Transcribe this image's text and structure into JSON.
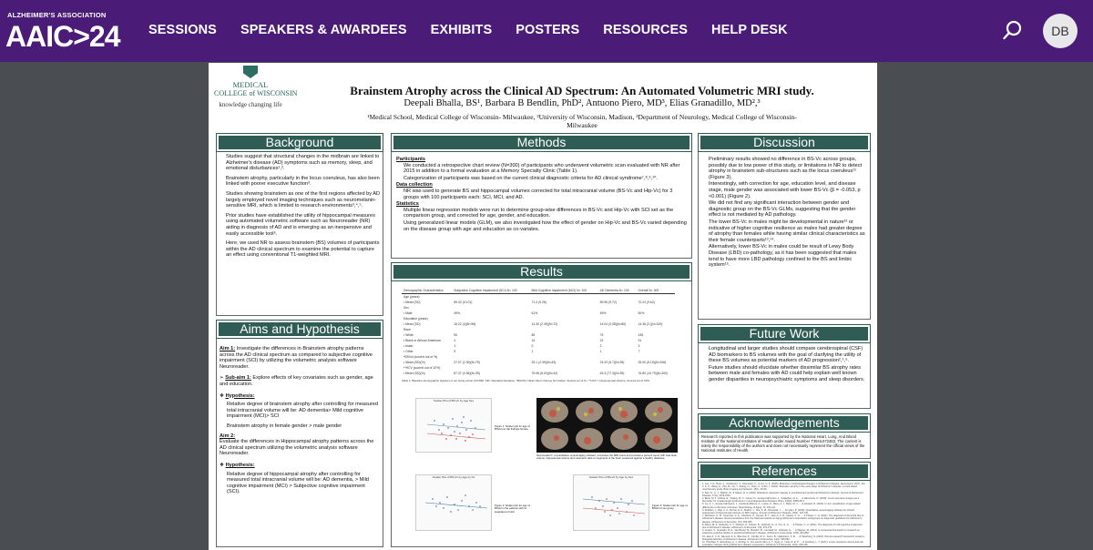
{
  "header": {
    "association": "ALZHEIMER'S ASSOCIATION",
    "brand": "AAIC>24",
    "nav": [
      "SESSIONS",
      "SPEAKERS & AWARDEES",
      "EXHIBITS",
      "POSTERS",
      "RESOURCES",
      "HELP DESK"
    ],
    "avatar_initials": "DB",
    "accent_color": "#4b1b78"
  },
  "poster": {
    "institution_line1": "MEDICAL",
    "institution_line2": "COLLEGE of WISCONSIN",
    "tagline": "knowledge changing life",
    "title": "Brainstem Atrophy across the Clinical AD Spectrum: An Automated Volumetric MRI study.",
    "authors": "Deepali Bhalla, BS¹, Barbara B Bendlin, PhD², Antuono Piero, MD³, Elias Granadillo, MD²,³",
    "affiliations": "¹Medical School, Medical College of Wisconsin- Milwaukee, ²University of Wisconsin, Madison, ³Department of Neurology, Medical College of Wisconsin- Milwaukee",
    "section_color": "#2f5d55",
    "background": {
      "heading": "Background",
      "bullets": [
        "Studies suggest that structural changes in the midbrain are linked to Alzheimer's disease (AD) symptoms such as memory, sleep, and emotional disturbances¹,².",
        "Brainstem atrophy, particularly in the locus coeruleus, has also been linked with poorer executive function³.",
        "Studies showing brainstem as one of the first regions affected by AD largely employed novel imaging techniques such as neuromelanin-sensitive MRI, which is limited to research environments³,⁴,⁵.",
        "Prior studies have established the utility of hippocampal measures using automated volumetric software such as Neuroreader (NR) aiding in diagnosis of AD and is emerging as an inexpensive and easily accessible tool⁶.",
        "Here, we used NR to assess brainstem (BS) volumes of participants within the AD clinical spectrum to examine the potential to capture an effect using conventional T1-weighted MRI."
      ]
    },
    "aims": {
      "heading": "Aims and Hypothesis",
      "aim1_label": "Aim 1:",
      "aim1_text": "Investigate the differences in Brainstem atrophy patterns across the AD clinical spectrum as compared to subjective cognitive impairment (SCI) by utilizing the volumetric analysis software Neuroreader.",
      "subaim_label": "Sub-aim 1:",
      "subaim_text": "Explore effects of key covariates such as gender, age and education.",
      "hyp_label": "Hypothesis:",
      "hyp1": [
        "Relative degree of brainstem atrophy after controlling for measured total intracranial volume will be: AD dementia> Mild cognitive impairment (MCI)> SCI",
        "Brainstem atrophy in female gender > male gender"
      ],
      "aim2_label": "Aim 2:",
      "aim2_text": "Evaluate the differences in Hippocampal atrophy patterns across the AD clinical spectrum utilizing the volumetric analysis software Neuroreader.",
      "hyp2": [
        "Relative degree of hippocampal atrophy after controlling for measured total intracranial volume will be: AD dementia, > Mild cognitive impairment (MCI) > Subjective cognitive impairment (SCI)."
      ]
    },
    "methods": {
      "heading": "Methods",
      "participants_label": "Participants",
      "participants": [
        "We conducted a retrospective chart review (N=300) of participants who underwent volumetric scan evaluated with NR after 2015 in addition to a formal evaluation at a Memory Specialty Clinic (Table 1).",
        "Categorization of participants was based on the current clinical diagnostic criteria for AD clinical syndrome⁷,⁸,⁹,¹⁰."
      ],
      "data_label": "Data collection",
      "data": [
        "NR was used to generate BS and hippocampal volumes corrected for total intracranial volume (BS-Vc and Hip-Vc) for 3 groups with 100 participants each: SCI, MCI, and AD."
      ],
      "stats_label": "Statistics",
      "stats": [
        "Multiple linear regression models were run to determine group-wise differences in BS-Vc and Hip-Vc with SCI set as the comparison group, and corrected for age, gender, and education.",
        "Using generalized linear models (GLM), we also investigated how the effect of gender on Hip-Vc and BS-Vc varied depending on the disease group with age and education as co-variates."
      ]
    },
    "results": {
      "heading": "Results",
      "table_headers": [
        "Demographic Characteristics",
        "Subjective Cognitive Impairment (SCI) N= 100",
        "Mild Cognitive Impairment (MCI) N= 100",
        "AD Dementia N= 100",
        "Overall N= 300"
      ],
      "table_rows": [
        [
          "Age (years)",
          "",
          "",
          "",
          ""
        ],
        [
          "• Mean (SD)",
          "69.42 (10.01)",
          "71.3 (9.26)",
          "69.95 (9.72)",
          "70.24 (9.62)"
        ],
        [
          "Sex",
          "",
          "",
          "",
          ""
        ],
        [
          "• Male",
          "49%",
          "61%",
          "49%",
          "50%"
        ],
        [
          "Education (years)",
          "",
          "",
          "",
          ""
        ],
        [
          "• Mean (SD)",
          "15.22 (4)(N=96)",
          "14.30 (2.49)(N=72)",
          "14.04 (3.08)(N=80)",
          "14.36 (2.)(N=319)"
        ],
        [
          "Race",
          "",
          "",
          "",
          ""
        ],
        [
          "• White",
          "90",
          "85",
          "75",
          "235"
        ],
        [
          "• Black or African American",
          "4",
          "14",
          "22",
          "31"
        ],
        [
          "• Asian",
          "1",
          "0",
          "2",
          "3"
        ],
        [
          "• Other",
          "5",
          "1",
          "1",
          "7"
        ],
        [
          "*BSVol (scored out of %)",
          "",
          "",
          "",
          ""
        ],
        [
          "• Mean (SD)(%)",
          "27.07 (2.39)(N=75)",
          "25.1 (2.39)(N=43)",
          "24.43 (5.7)(N=39)",
          "25.00 (5.19)(N=208)"
        ],
        [
          "**HCV (scored out of 10%)",
          "",
          "",
          "",
          ""
        ],
        [
          "• Mean (SD)(%)",
          "87.37 (0.36)(N=39)",
          "75.08 (8.03)(N=42)",
          "63.3 (77.3)(N=39)",
          "76.80 (10.79)(N=300)"
        ]
      ],
      "table_caption": "Table 1. Baseline demographic features of our study cohort (N=300). SD= Standard Deviation; *BSVOL= Brain Stem Volume Normative; Scored out of % / **HCV = Hippocampal Volume; Scored out of 10%.",
      "fig1_title": "Scatter Plot of BS-Vc by Age Sex",
      "fig1_caption": "Figure 1: Scatter plot for age vs BSVol per lab findings female.",
      "fig2_caption": "Neuroreader®, a quantitative neuroimaging software, processes the MRI scans and provides a percent report with total brain volume, hippocampal volume and volumetric data on segments of the brain measured against a healthy database.",
      "fig3_title": "Scatter Plot of BS-Vc by Age by Dx",
      "fig3_caption": "Figure 2: Scatter plot for age vs BSVol in the patients with dx separated of mild.",
      "fig4_title": "Scatter Plot of BS-Vc by Age by Sex",
      "fig4_caption": "Figure 3: Scatter plot for age vs BSVol of sex group."
    },
    "discussion": {
      "heading": "Discussion",
      "bullets": [
        "Preliminary results showed no difference in BS-Vc across groups, possibly due to low power of this study, or limitations in NR to detect atrophy in brainstem sub-structures such as the locus coeruleus¹¹ (Figure 3).",
        "Interestingly, with correction for age, education level, and disease stage, male gender was associated with lower BS-Vc (β = -0.053, p <0.001) (Figure 2).",
        "We did not find any significant interaction between gender and diagnostic group on the BS-Vc GLMs, suggesting that the gender effect is not mediated by AD pathology.",
        "The lower BS-Vc in males might be developmental in nature¹² or indicative of higher cognitive resilience as males had greater degree of atrophy than females while having similar clinical characteristics as their female counterparts¹³,¹⁴.",
        "Alternatively, lower BS-Vc in males could be result of Lewy Body Disease (LBD) co-pathology, as it has been suggested that males tend to have more LBD pathology confined to the BS and limbic system¹⁵."
      ]
    },
    "future": {
      "heading": "Future Work",
      "bullets": [
        "Longitudinal and larger studies should compare cerebrospinal (CSF) AD biomarkers to BS volumes with the goal of clarifying the utility of these BS volumes as potential markers of AD progression²,⁵,⁶.",
        "Future studies should elucidate whether dissimilar BS atrophy rates between male and females with AD could help explain well known gender disparities in neuropsychiatric symptoms and sleep disorders."
      ]
    },
    "ack": {
      "heading": "Acknowledgements",
      "text": "Research reported in this publication was supported by the National Heart, Lung, And Blood Institute of the National Institutes of Health under Award Number T35HL072483. The content is solely the responsibility of the authors and does not necessarily represent the official views of the National Institutes of Health."
    },
    "references": {
      "heading": "References",
      "items": [
        "1. Lee, J. H., Ryan, J., Andreescu, C., Aizenstein, H., & Lim, H. K. (2015). Brainstem morphological changes in Alzheimer's disease. Neuroreport, 26(7), 411.",
        "2. Ji, X., Wang, H., Zhu, M., He, Y., Zhang, H., Chen, X., & Wu, Y. (2021). Brainstem atrophy in the early stage of Alzheimer's disease: a voxel-based morphometry study. Brain imaging and behavior, 15(1), 49-59.",
        "3. Dutt, S., Li, Y., Mather, M., & Nation, D. A. (2020). Brainstem volumetric integrity in preclinical and prodromal Alzheimer's disease. Journal of Alzheimer's Disease, 77(4), 1579-1594.",
        "4. Betts, M. J., Kirilina, E., Otaduy, M. C., Ivanov, D., Acosta-Cabronero, J., Callaghan, M. F., ... & Hämmerer, D. (2019). Locus coeruleus imaging as a biomarker for noradrenergic dysfunction in neurodegenerative diseases. Brain, 142(9), 2558-2571.",
        "5. Liu, K. Y., Acosta-Cabronero, J., Cardenas-Blanco, A., Loane, C., Berry, A. J., Betts, M. J., ... & Howard, R. (2019). In vivo visualization of age-related differences in the locus coeruleus. Neurobiology of aging, 74, 101-111.",
        "6. Ahdidan, J., Raji, C. A., DeYoe, E. A., Mathis, J., Noe, K. Ø., Rimestad, J., ... & Lyden, P. (2016). Quantitative neuroimaging software for clinical assessment of hippocampal volumes on MR imaging. Journal of Alzheimer's Disease, 49(3), 723-732.",
        "7. McKhann, G. M., Knopman, D. S., Chertkow, H., Hyman, B. T., Jack Jr, C. R., Kawas, C. H., ... & Phelps, C. H. (2011). The diagnosis of dementia due to Alzheimer's disease: Recommendations from the National Institute on Aging-Alzheimer's Association workgroups on diagnostic guidelines for Alzheimer's disease. Alzheimer's & dementia, 7(3), 263-269.",
        "8. Albert, M. S., DeKosky, S. T., Dickson, D., Dubois, B., Feldman, H. H., Fox, N. C., ... & Phelps, C. H. (2011). The diagnosis of mild cognitive impairment due to Alzheimer's disease. Alzheimer's & dementia, 7(3), 270-279.",
        "9. Jessen, F., Amariglio, R. E., Van Boxtel, M., Breteler, M., Ceccaldi, M., Chételat, G., ... & Wagner, M. (2014). A conceptual framework for research on subjective cognitive decline in preclinical Alzheimer's disease. Alzheimer's & dementia, 10(6), 844-852.",
        "10. Jack Jr, C. R., Bennett, D. A., Blennow, K., Carrillo, M. C., Dunn, B., Haeberlein, S. B., ... & Silverberg, N. (2018). NIA-AA research framework: toward a biological definition of Alzheimer's disease. Alzheimer's & Dementia, 14(4), 535-562.",
        "11. Theofilas, P., Ehrenberg, A. J., Dunlop, S., Di Lorenzo Alho, A. T., Nguy, A., Leite, R. E. P., ... & Grinberg, L. T. (2017). Locus coeruleus volume and cell population changes during Alzheimer's disease progression. Alzheimer's & Dementia, 13(3), 236-246.",
        "12. Ruigrok, A. N., Salimi-Khorshidi, G., Lai, M. C., Baron-Cohen, S., Lombardo, M. V., Tait, R. J., & Suckling, J. (2014). A meta-analysis of sex differences in human brain structure. Neuroscience & Biobehavioral Reviews, 39, 34-50.",
        "13. Ferretti, M. T., Iulita, M. F., Cavedo, E., Chiesa, P. A., Schumacher Dimech, A., Santuccione Chadha, A., ... & Hampel, H. (2018). Sex differences in Alzheimer disease—the gateway to precision medicine. Nature Reviews Neurology, 14(8), 457-469.",
        "14. Sundermann, E. E., Biegon, A., Rubin, L. H., Lipton, R. B., Mowrey, W., Landau, S., & Maki, P. M. (2016). Better verbal memory in women than men in MCI despite similar levels of hippocampal atrophy. Neurology, 86(15), 1368-1376.",
        "15. Nelson, P. T., Schmitt, F. A., Jicha, G. A., Kryscio, R. J., Abner, E. L., Smith, C. D., ... & Markesbery, W. R. (2010). Association between male gender and cortical Lewy body pathology in large autopsy series. Journal of neurology, 257(11), 1875-1881."
      ]
    }
  }
}
